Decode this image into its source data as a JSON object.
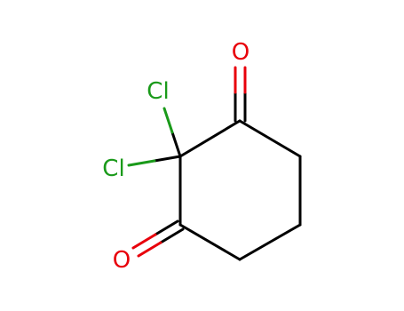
{
  "molecule": {
    "atoms": {
      "o_top": {
        "label": "O",
        "color": "#e8000b"
      },
      "o_bottom": {
        "label": "O",
        "color": "#e8000b"
      },
      "cl_upper": {
        "label": "Cl",
        "color": "#1a9a1a"
      },
      "cl_lower": {
        "label": "Cl",
        "color": "#1a9a1a"
      }
    },
    "bond_color": "#000000"
  }
}
